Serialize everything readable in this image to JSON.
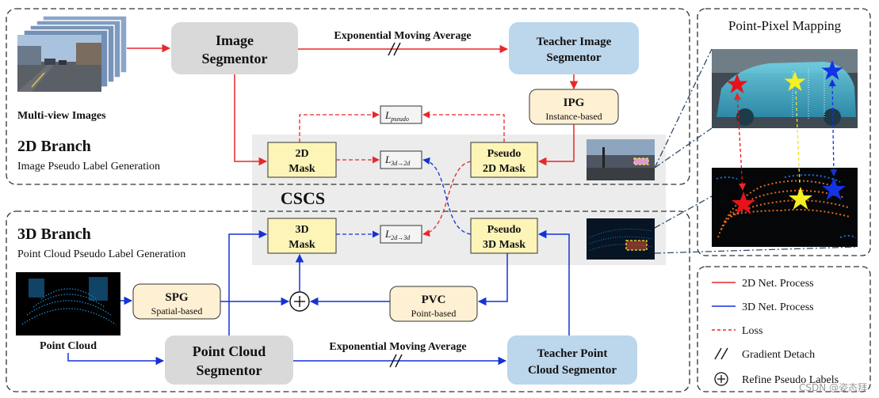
{
  "branch2d": {
    "title": "2D Branch",
    "subtitle": "Image Pseudo Label Generation"
  },
  "branch3d": {
    "title": "3D Branch",
    "subtitle": "Point Cloud Pseudo Label Generation"
  },
  "cscs": "CSCS",
  "multiview": {
    "label": "Multi-view Images"
  },
  "image_segmentor": {
    "line1": "Image",
    "line2": "Segmentor"
  },
  "ema_top": "Exponential Moving Average",
  "teacher_image": {
    "line1": "Teacher Image",
    "line2": "Segmentor"
  },
  "ipg": {
    "title": "IPG",
    "sub": "Instance-based"
  },
  "loss_pseudo": {
    "main": "L",
    "sub": "pseudo"
  },
  "loss_3d2d": {
    "main": "L",
    "sub": "3d→2d"
  },
  "loss_2d3d": {
    "main": "L",
    "sub": "2d→3d"
  },
  "mask2d": {
    "line1": "2D",
    "line2": "Mask"
  },
  "pseudo2d": {
    "line1": "Pseudo",
    "line2": "2D Mask"
  },
  "mask3d": {
    "line1": "3D",
    "line2": "Mask"
  },
  "pseudo3d": {
    "line1": "Pseudo",
    "line2": "3D Mask"
  },
  "point_cloud": {
    "label": "Point Cloud"
  },
  "spg": {
    "title": "SPG",
    "sub": "Spatial-based"
  },
  "pvc": {
    "title": "PVC",
    "sub": "Point-based"
  },
  "pc_segmentor": {
    "line1": "Point Cloud",
    "line2": "Segmentor"
  },
  "ema_bottom": "Exponential Moving Average",
  "teacher_pc": {
    "line1": "Teacher Point",
    "line2": "Cloud Segmentor"
  },
  "mapping": {
    "title": "Point-Pixel Mapping"
  },
  "legend": {
    "items": [
      "2D Net. Process",
      "3D Net. Process",
      "Loss",
      "Gradient Detach",
      "Refine Pseudo Labels"
    ]
  },
  "watermark": "CSDN @姿态拜",
  "colors": {
    "red": "#e8272a",
    "blue": "#1432d6",
    "gray_box": "#d9d9d9",
    "blue_box": "#bcd6ec",
    "yellow_box": "#fdf5b7",
    "cream_box": "#fdf0d3",
    "cscs_band": "#ececec"
  }
}
